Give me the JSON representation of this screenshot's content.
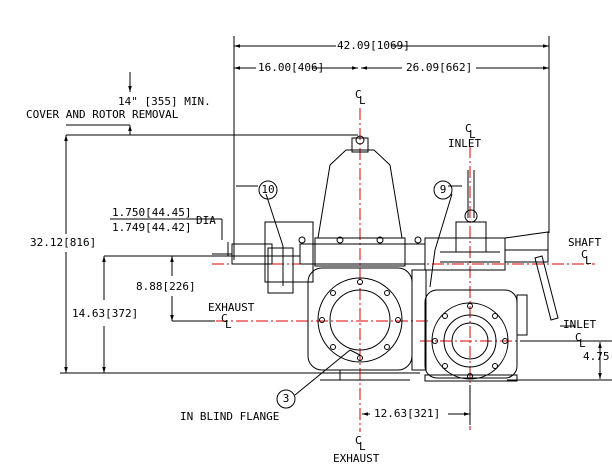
{
  "dimensions": {
    "overall_length": "42.09[1069]",
    "left_length": "16.00[406]",
    "right_length": "26.09[662]",
    "cover_removal_value": "14\" [355] MIN.",
    "cover_removal_label": "COVER AND ROTOR REMOVAL",
    "overall_height": "32.12[816]",
    "shaft_dia_max": "1.750[44.45]",
    "shaft_dia_min": "1.749[44.42]",
    "shaft_dia_suffix": "DIA",
    "exhaust_height": "8.88[226]",
    "shaft_height": "14.63[372]",
    "inlet_offset": "12.63[321]",
    "inlet_height": "4.75["
  },
  "labels": {
    "inlet_top": "INLET",
    "shaft": "SHAFT",
    "exhaust_left": "EXHAUST",
    "inlet_right": "INLET",
    "blind_flange": "IN BLIND FLANGE",
    "exhaust_bottom": "EXHAUST",
    "centerline_c": "C",
    "centerline_l": "L"
  },
  "balloons": {
    "b10": "10",
    "b9": "9",
    "b3": "3"
  },
  "colors": {
    "line": "#000000",
    "centerline": "#e00000"
  }
}
